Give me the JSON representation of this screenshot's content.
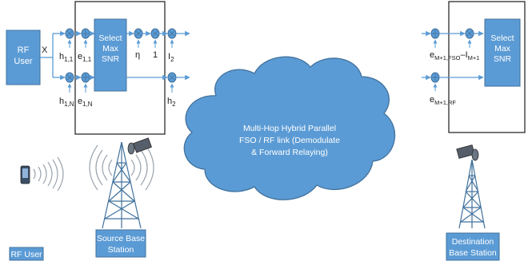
{
  "colors": {
    "blue": "#5B9BD5",
    "blue_dark": "#41719C",
    "dark": "#1a1a1a",
    "white": "#ffffff"
  },
  "rf_user_box": {
    "line1": "RF",
    "line2": "User"
  },
  "select_left": {
    "line1": "Select",
    "line2": "Max",
    "line3": "SNR"
  },
  "select_right": {
    "line1": "Select",
    "line2": "Max",
    "line3": "SNR"
  },
  "labels": {
    "x": "X",
    "h11": "h",
    "h11_sub": "1,1",
    "h1n": "h",
    "h1n_sub": "1,N",
    "e11": "e",
    "e11_sub": "1,1",
    "e1n": "e",
    "e1n_sub": "1,N",
    "eta": "η",
    "one": "1",
    "i2": "I",
    "i2_sub": "2",
    "h2": "h",
    "h2_sub": "2",
    "emfso": "e",
    "emfso_sub": "M+1,FSO",
    "dash": "–",
    "im1": "I",
    "im1_sub": "M+1",
    "emrf": "e",
    "emrf_sub": "M+1,RF"
  },
  "cloud": {
    "line1": "Multi-Hop Hybrid Parallel",
    "line2": "FSO / RF link (Demodulate",
    "line3": "& Forward Relaying)"
  },
  "bottom_labels": {
    "rf_user": "RF User",
    "source_line1": "Source Base",
    "source_line2": "Station",
    "dest_line1": "Destination",
    "dest_line2": "Base Station"
  },
  "icons": [
    "phone-icon",
    "signal-waves-icon",
    "tower-icon",
    "dish-icon"
  ]
}
